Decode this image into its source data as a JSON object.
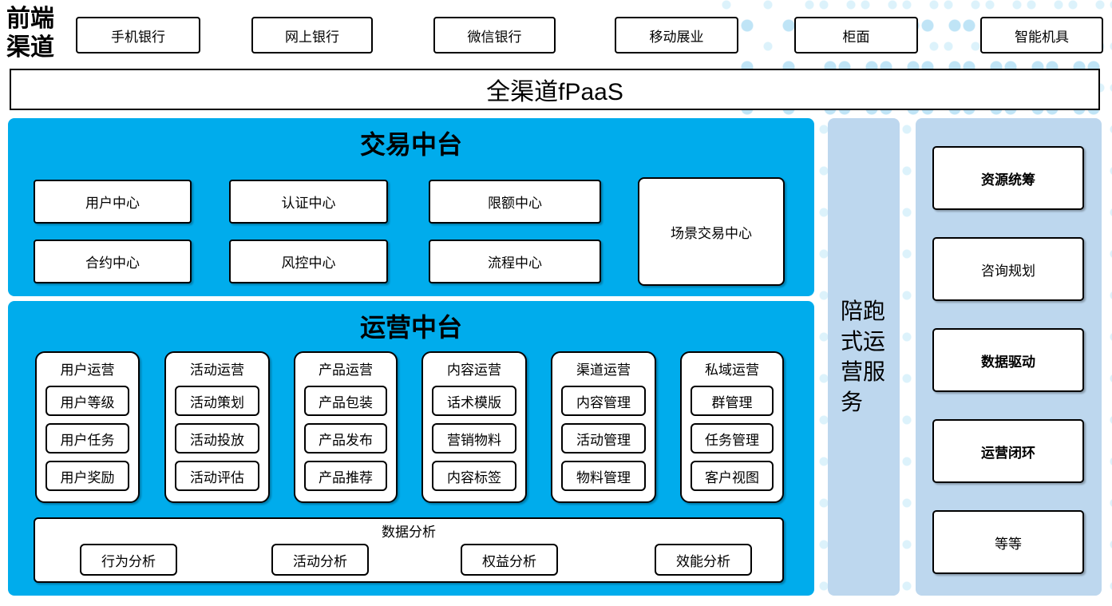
{
  "header": {
    "label": "前端渠道",
    "channels": [
      "手机银行",
      "网上银行",
      "微信银行",
      "移动展业",
      "柜面",
      "智能机具"
    ],
    "fpaas": "全渠道fPaaS"
  },
  "transaction_platform": {
    "title": "交易中台",
    "row1": [
      "用户中心",
      "认证中心",
      "限额中心"
    ],
    "row2": [
      "合约中心",
      "风控中心",
      "流程中心"
    ],
    "tall_box": "场景交易中心"
  },
  "operation_platform": {
    "title": "运营中台",
    "columns": [
      {
        "header": "用户运营",
        "items": [
          "用户等级",
          "用户任务",
          "用户奖励"
        ]
      },
      {
        "header": "活动运营",
        "items": [
          "活动策划",
          "活动投放",
          "活动评估"
        ]
      },
      {
        "header": "产品运营",
        "items": [
          "产品包装",
          "产品发布",
          "产品推荐"
        ]
      },
      {
        "header": "内容运营",
        "items": [
          "话术模版",
          "营销物料",
          "内容标签"
        ]
      },
      {
        "header": "渠道运营",
        "items": [
          "内容管理",
          "活动管理",
          "物料管理"
        ]
      },
      {
        "header": "私域运营",
        "items": [
          "群管理",
          "任务管理",
          "客户视图"
        ]
      }
    ],
    "data_analysis": {
      "title": "数据分析",
      "items": [
        "行为分析",
        "活动分析",
        "权益分析",
        "效能分析"
      ]
    }
  },
  "side_service": {
    "label": "陪跑式运营服务"
  },
  "right_panel": {
    "items": [
      {
        "label": "资源统筹",
        "bold": true
      },
      {
        "label": "咨询规划",
        "bold": false
      },
      {
        "label": "数据驱动",
        "bold": true
      },
      {
        "label": "运营闭环",
        "bold": true
      },
      {
        "label": "等等",
        "bold": false
      }
    ]
  },
  "colors": {
    "accent_blue": "#00acec",
    "light_blue": "#bdd7ee",
    "dot_blue": "#bfe4f6"
  }
}
